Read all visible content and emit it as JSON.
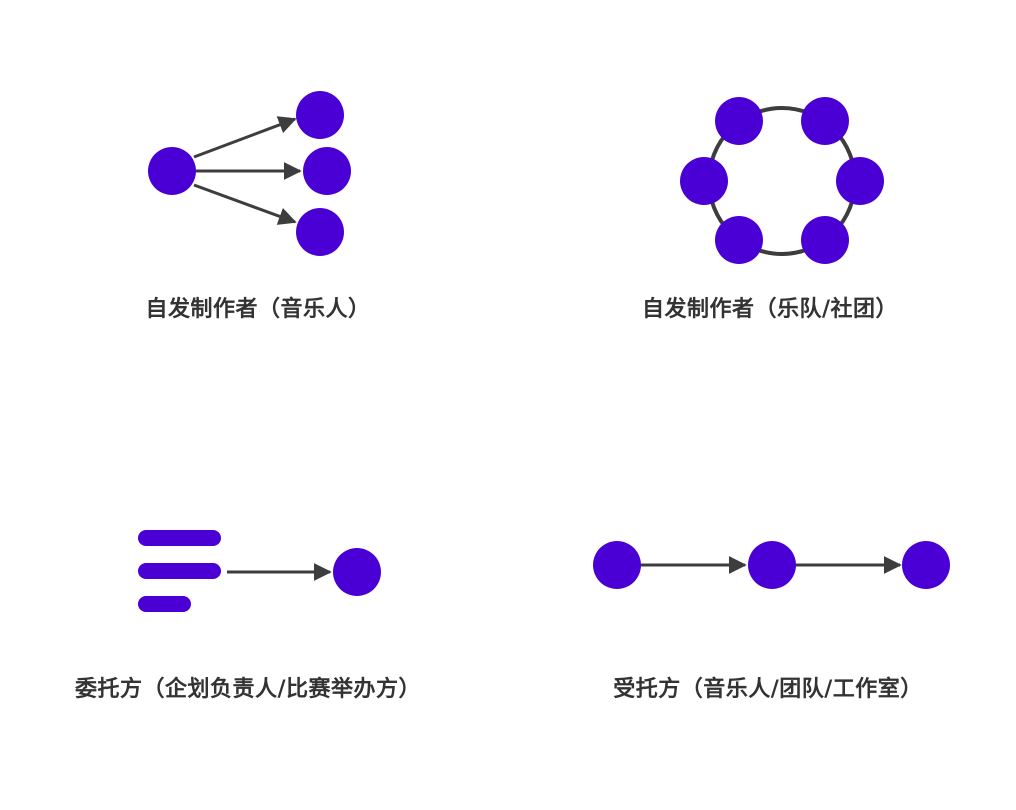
{
  "colors": {
    "node": "#4a00d4",
    "edge": "#3d3d3d",
    "caption": "#333333",
    "background": "#ffffff"
  },
  "panels": [
    {
      "id": "individual-creator",
      "caption": "自发制作者（音乐人）"
    },
    {
      "id": "band-creator",
      "caption": "自发制作者（乐队/社团）"
    },
    {
      "id": "client",
      "caption": "委托方（企划负责人/比赛举办方）"
    },
    {
      "id": "contractor",
      "caption": "受托方（音乐人/团队/工作室）"
    }
  ]
}
